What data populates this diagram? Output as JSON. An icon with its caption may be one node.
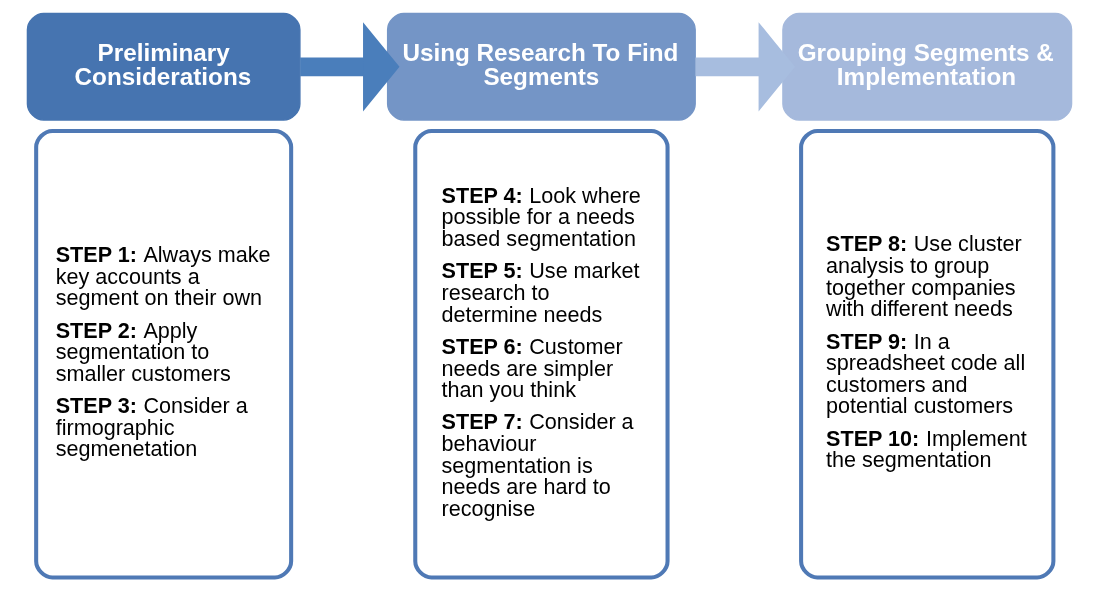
{
  "diagram": {
    "nodes": [
      {
        "text": [
          "Preliminary Considerations"
        ]
      },
      {
        "text": [
          "**STEP 1:** Always make key accounts a segment on their own",
          "**STEP 2:** Apply segmentation to smaller customers",
          "**STEP 3:** Consider a firmographic segmenetation"
        ]
      },
      {
        "text": [
          "Using Research To Find Segments"
        ]
      },
      {
        "text": [
          "**STEP 4:** Look where possible for a needs based segmentation",
          "**STEP 5:** Use market research to determine needs",
          "**STEP 6:** Customer needs are simpler than you think",
          "**STEP 7:** Consider a behaviour segmentation is needs are hard to recognise"
        ]
      },
      {
        "text": [
          "Grouping Segments & Implementation"
        ]
      },
      {
        "text": [
          "**STEP 8:** Use cluster analysis to group together companies with different needs",
          "**STEP 9:** In a spreadsheet code all customers and potential customers",
          "**STEP 10:** Implement the segmentation"
        ]
      }
    ],
    "edges": [
      {
        "from": 0,
        "to": 2,
        "arrow": "to",
        "color": "#4a7ebb"
      },
      {
        "from": 2,
        "to": 4,
        "arrow": "to",
        "color": "#a7bddf"
      }
    ]
  }
}
